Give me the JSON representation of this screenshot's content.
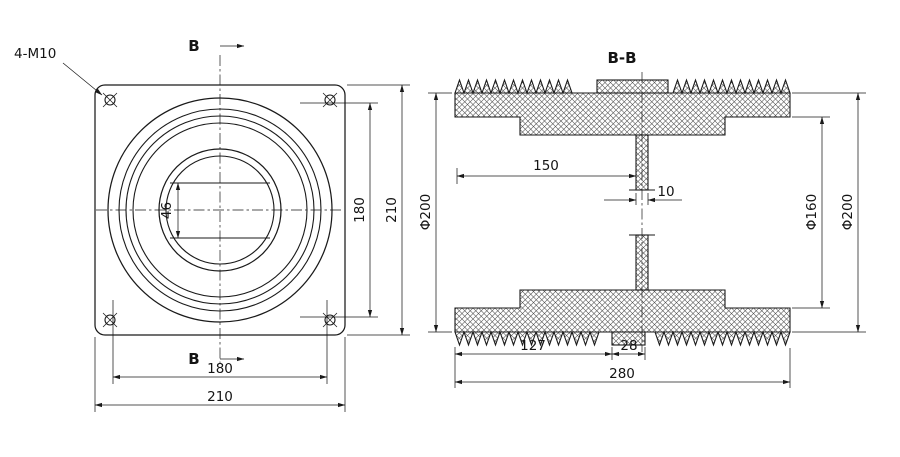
{
  "drawing": {
    "background": "#ffffff",
    "line_color": "#1a1a1a"
  },
  "front_view": {
    "thread_label": "4-M10",
    "section_marker_top": "B",
    "section_marker_bottom": "B",
    "dim_inner_width": "46",
    "dim_circle_vertical": "180",
    "dim_flange_vertical": "210",
    "dim_circle_horizontal": "180",
    "dim_flange_horizontal": "210"
  },
  "section_view": {
    "view_label": "B-B",
    "dim_outer_dia_left": "Φ200",
    "dim_inner_dia": "Φ160",
    "dim_outer_dia_right": "Φ200",
    "dim_left_to_stem": "150",
    "dim_stem_width": "10",
    "dim_left_to_boss": "127",
    "dim_boss_width": "28",
    "dim_overall_length": "280"
  }
}
